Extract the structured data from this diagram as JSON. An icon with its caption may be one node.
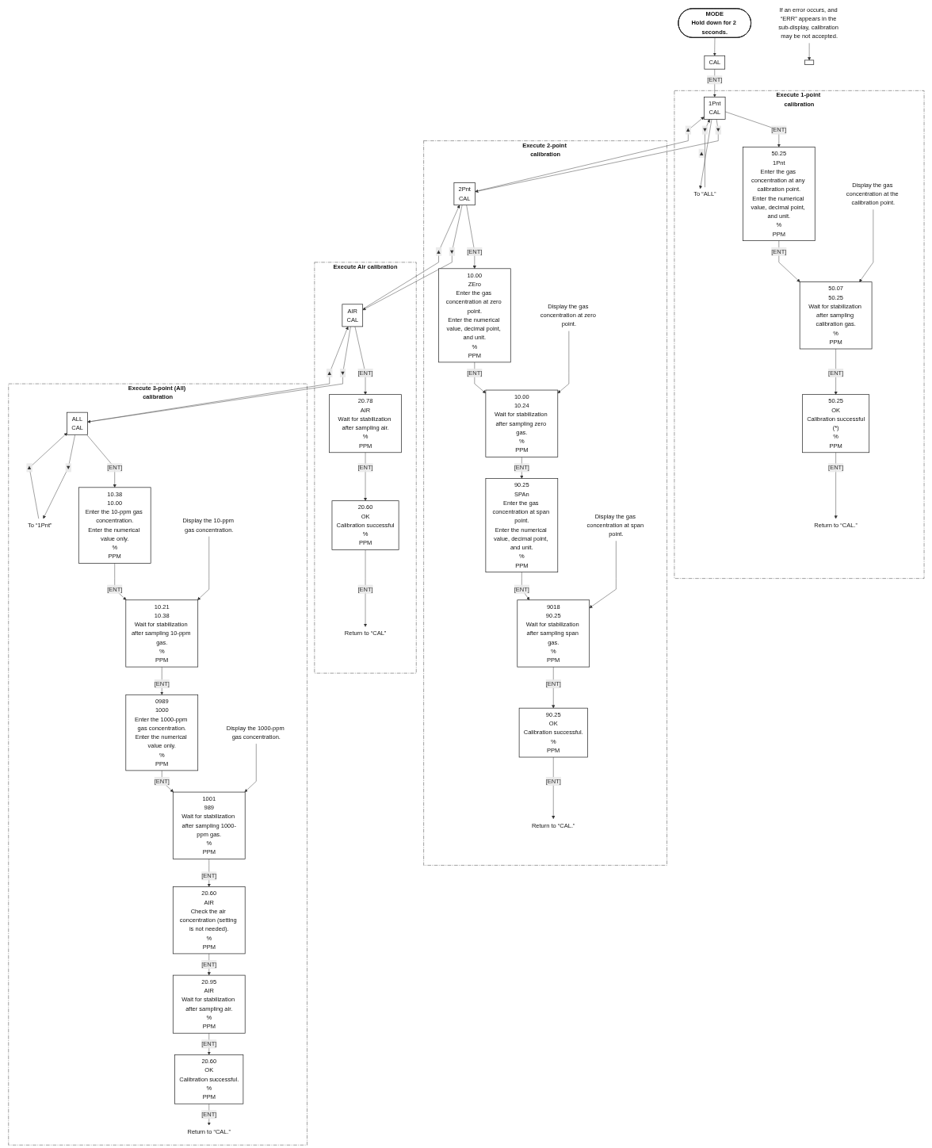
{
  "diagram": {
    "nodes": [
      {
        "text": [
          "MODE",
          "Hold down for 2 seconds."
        ]
      },
      {
        "text": [
          "CAL"
        ]
      },
      {
        "text": [],
        "shape": "box"
      },
      {
        "text": [
          "If an error occurs, and “ERR” appears in the sub-display, calibration may be not accepted."
        ]
      },
      {
        "text": [
          "Execute 1-point calibration"
        ]
      },
      {
        "text": [
          "To “ALL”"
        ],
        "in": 4
      },
      {
        "text": [
          "1Pnt",
          "CAL"
        ],
        "in": 4
      },
      {
        "text": [
          "50.25",
          "1Pnt",
          "Enter the gas concentration at any calibration point.",
          "Enter the numerical value, decimal point, and unit.",
          "%",
          "PPM"
        ],
        "in": 4
      },
      {
        "text": [
          "50.07",
          "50.25",
          "Wait for stabilization after sampling calibration gas.",
          "%",
          "PPM"
        ],
        "in": 4
      },
      {
        "text": [
          "50.25",
          "OK",
          "Calibration successful",
          "(*)",
          "%",
          "PPM"
        ],
        "in": 4
      },
      {
        "text": [
          "Return to “CAL.”"
        ],
        "in": 4
      },
      {
        "text": [
          "Display the gas concentration at the calibration point."
        ],
        "in": 4
      },
      {
        "text": [
          "Execute 2-point calibration"
        ]
      },
      {
        "text": [
          "2Pnt",
          "CAL"
        ],
        "in": 12
      },
      {
        "text": [
          "10.00",
          "ZEro",
          "Enter the gas concentration at zero point.",
          "Enter the numerical value, decimal point, and unit.",
          "%",
          "PPM"
        ],
        "in": 12
      },
      {
        "text": [
          "10.00",
          "10.24",
          "Wait for stabilization after sampling zero gas.",
          "%",
          "PPM"
        ],
        "in": 12
      },
      {
        "text": [
          "90.25",
          "SPAn",
          "Enter the gas concentration at span point.",
          "Enter the numerical value, decimal point, and unit.",
          "%",
          "PPM"
        ],
        "in": 12
      },
      {
        "text": [
          "9018",
          "90.25",
          "Wait for stabilization after sampling span gas.",
          "%",
          "PPM"
        ],
        "in": 12
      },
      {
        "text": [
          "90.25",
          "OK",
          "Calibration successful.",
          "%",
          "PPM"
        ],
        "in": 12
      },
      {
        "text": [
          "Return to “CAL.”"
        ],
        "in": 12
      },
      {
        "text": [
          "Display the gas concentration at zero point."
        ],
        "in": 12
      },
      {
        "text": [
          "Display the gas concentration at span point."
        ],
        "in": 12
      },
      {
        "text": [
          "Execute Air calibration"
        ]
      },
      {
        "text": [
          "AIR",
          "CAL"
        ],
        "in": 22
      },
      {
        "text": [
          "20.78",
          "AIR",
          "Wait for stabilization after sampling air.",
          "%",
          "PPM"
        ],
        "in": 22
      },
      {
        "text": [
          "20.60",
          "OK",
          "Calibration successful",
          "%",
          "PPM"
        ],
        "in": 22
      },
      {
        "text": [
          "Return to “CAL”"
        ],
        "in": 22
      },
      {
        "text": [
          "Execute 3-point (All) calibration"
        ]
      },
      {
        "text": [
          "ALL",
          "CAL"
        ],
        "in": 27
      },
      {
        "text": [
          "To “1Pnt”"
        ],
        "in": 27
      },
      {
        "text": [
          "10.38",
          "10.00",
          "Enter the 10-ppm gas concentration.",
          "Enter the numerical value only.",
          "%",
          "PPM"
        ],
        "in": 27
      },
      {
        "text": [
          "10.21",
          "10.38",
          "Wait for stabilization after sampling 10-ppm gas.",
          "%",
          "PPM"
        ],
        "in": 27
      },
      {
        "text": [
          "0989",
          "1000",
          "Enter the 1000-ppm gas concentration.",
          "Enter the numerical value only.",
          "%",
          "PPM"
        ],
        "in": 27
      },
      {
        "text": [
          "1001",
          "989",
          "Wait for stabilization after sampling 1000-ppm gas.",
          "%",
          "PPM"
        ],
        "in": 27
      },
      {
        "text": [
          "20.60",
          "AIR",
          "Check the air concentration (setting is not needed).",
          "%",
          "PPM"
        ],
        "in": 27
      },
      {
        "text": [
          "20.95",
          "AIR",
          "Wait for stabilization after sampling air.",
          "%",
          "PPM"
        ],
        "in": 27
      },
      {
        "text": [
          "20.60",
          "OK",
          "Calibration successful.",
          "%",
          "PPM"
        ],
        "in": 27
      },
      {
        "text": [
          "Return to “CAL.”"
        ],
        "in": 27
      },
      {
        "text": [
          "Display the 10-ppm gas concentration."
        ],
        "in": 27
      },
      {
        "text": [
          "Display the 1000-ppm gas concentration."
        ],
        "in": 27
      }
    ],
    "edges": [
      {
        "from": 0,
        "to": 1,
        "arrow": "to"
      },
      {
        "from": 1,
        "to": 6,
        "arrow": "to",
        "label": "[ENT]"
      },
      {
        "from": 3,
        "to": 2,
        "arrow": "to"
      },
      {
        "from": 5,
        "to": 6,
        "arrow": "to",
        "label": "▼"
      },
      {
        "from": 6,
        "to": 5,
        "arrow": "to",
        "label": "▲"
      },
      {
        "from": 6,
        "to": 7,
        "arrow": "to",
        "label": "[ENT]"
      },
      {
        "from": 7,
        "to": 8,
        "arrow": "to",
        "label": "[ENT]"
      },
      {
        "from": 8,
        "to": 9,
        "arrow": "to",
        "label": "[ENT]"
      },
      {
        "from": 9,
        "to": 10,
        "arrow": "to",
        "label": "[ENT]"
      },
      {
        "from": 11,
        "to": 8,
        "arrow": "to"
      },
      {
        "from": 6,
        "to": 13,
        "arrow": "to",
        "label": "▼"
      },
      {
        "from": 13,
        "to": 6,
        "arrow": "to",
        "label": "▲"
      },
      {
        "from": 13,
        "to": 14,
        "arrow": "to",
        "label": "[ENT]"
      },
      {
        "from": 14,
        "to": 15,
        "arrow": "to",
        "label": "[ENT]"
      },
      {
        "from": 15,
        "to": 16,
        "arrow": "to",
        "label": "[ENT]"
      },
      {
        "from": 16,
        "to": 17,
        "arrow": "to",
        "label": "[ENT]"
      },
      {
        "from": 17,
        "to": 18,
        "arrow": "to",
        "label": "[ENT]"
      },
      {
        "from": 18,
        "to": 19,
        "arrow": "to",
        "label": "[ENT]"
      },
      {
        "from": 20,
        "to": 15,
        "arrow": "to"
      },
      {
        "from": 21,
        "to": 17,
        "arrow": "to"
      },
      {
        "from": 13,
        "to": 23,
        "arrow": "to",
        "label": "▼"
      },
      {
        "from": 23,
        "to": 13,
        "arrow": "to",
        "label": "▲"
      },
      {
        "from": 23,
        "to": 24,
        "arrow": "to",
        "label": "[ENT]"
      },
      {
        "from": 24,
        "to": 25,
        "arrow": "to",
        "label": "[ENT]"
      },
      {
        "from": 25,
        "to": 26,
        "arrow": "to",
        "label": "[ENT]"
      },
      {
        "from": 23,
        "to": 28,
        "arrow": "to",
        "label": "▼"
      },
      {
        "from": 28,
        "to": 23,
        "arrow": "to",
        "label": "▲"
      },
      {
        "from": 28,
        "to": 30,
        "arrow": "to",
        "label": "[ENT]"
      },
      {
        "from": 30,
        "to": 31,
        "arrow": "to",
        "label": "[ENT]"
      },
      {
        "from": 31,
        "to": 32,
        "arrow": "to",
        "label": "[ENT]"
      },
      {
        "from": 32,
        "to": 33,
        "arrow": "to",
        "label": "[ENT]"
      },
      {
        "from": 33,
        "to": 34,
        "arrow": "to",
        "label": "[ENT]"
      },
      {
        "from": 34,
        "to": 35,
        "arrow": "to",
        "label": "[ENT]"
      },
      {
        "from": 35,
        "to": 36,
        "arrow": "to",
        "label": "[ENT]"
      },
      {
        "from": 36,
        "to": 37,
        "arrow": "to",
        "label": "[ENT]"
      },
      {
        "from": 28,
        "to": 29,
        "arrow": "to",
        "label": "▼"
      },
      {
        "from": 29,
        "to": 28,
        "arrow": "to",
        "label": "▲"
      },
      {
        "from": 38,
        "to": 31,
        "arrow": "to"
      },
      {
        "from": 39,
        "to": 33,
        "arrow": "to"
      }
    ]
  }
}
